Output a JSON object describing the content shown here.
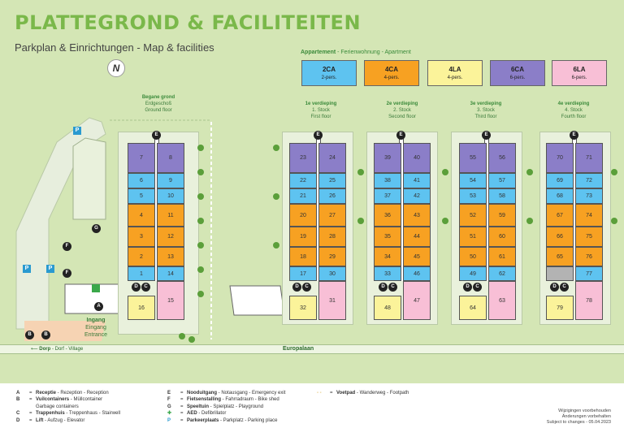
{
  "title": "PLATTEGROND & FACILITEITEN",
  "subtitle": "Parkplan & Einrichtungen  - Map & facilities",
  "north_label": "N",
  "apartment_legend": {
    "title_bold": "Appartement",
    "title_rest": " - Ferienwohnung - Apartment",
    "types": [
      {
        "code": "2CA",
        "pers": "2-pers.",
        "color": "#5ec3f0"
      },
      {
        "code": "4CA",
        "pers": "4-pers.",
        "color": "#f7a122"
      },
      {
        "code": "4LA",
        "pers": "4-pers.",
        "color": "#fbf39a"
      },
      {
        "code": "6CA",
        "pers": "6-pers.",
        "color": "#8b7ec8"
      },
      {
        "code": "6LA",
        "pers": "6-pers.",
        "color": "#f8bfd6"
      }
    ]
  },
  "floors": [
    {
      "l1": "Begane grond",
      "l2": "Erdgeschoß",
      "l3": "Ground floor"
    },
    {
      "l1": "1e verdieping",
      "l2": "1. Stock",
      "l3": "First floor"
    },
    {
      "l1": "2e verdieping",
      "l2": "2. Stock",
      "l3": "Second floor"
    },
    {
      "l1": "3e verdieping",
      "l2": "3. Stock",
      "l3": "Third floor"
    },
    {
      "l1": "4e verdieping",
      "l2": "4. Stock",
      "l3": "Fourth floor"
    }
  ],
  "units": {
    "ground": {
      "left": [
        "7",
        "6",
        "5",
        "4",
        "3",
        "2",
        "1"
      ],
      "right": [
        "8",
        "9",
        "10",
        "11",
        "12",
        "13",
        "14"
      ],
      "bl": "16",
      "br": "15"
    },
    "first": {
      "left": [
        "23",
        "22",
        "21",
        "20",
        "19",
        "18",
        "17"
      ],
      "right": [
        "24",
        "25",
        "26",
        "27",
        "28",
        "29",
        "30"
      ],
      "bl": "32",
      "br": "31"
    },
    "second": {
      "left": [
        "39",
        "38",
        "37",
        "36",
        "35",
        "34",
        "33"
      ],
      "right": [
        "40",
        "41",
        "42",
        "43",
        "44",
        "45",
        "46"
      ],
      "bl": "48",
      "br": "47"
    },
    "third": {
      "left": [
        "55",
        "54",
        "53",
        "52",
        "51",
        "50",
        "49"
      ],
      "right": [
        "56",
        "57",
        "58",
        "59",
        "60",
        "61",
        "62"
      ],
      "bl": "64",
      "br": "63"
    },
    "fourth": {
      "left": [
        "70",
        "69",
        "68",
        "67",
        "66",
        "65",
        ""
      ],
      "right": [
        "71",
        "72",
        "73",
        "74",
        "75",
        "76",
        "77"
      ],
      "bl": "79",
      "br": "78"
    }
  },
  "badges": {
    "A": "A",
    "B": "B",
    "C": "C",
    "D": "D",
    "E": "E",
    "F": "F",
    "G": "G",
    "P": "P"
  },
  "entrance": {
    "l1": "Ingang",
    "l2": "Eingang",
    "l3": "Entrance"
  },
  "street": "Europalaan",
  "village": {
    "bold": "Dorp",
    "rest": " - Dorf - Village"
  },
  "legend": [
    {
      "key": "A",
      "term": "Receptie",
      "rest": " - Rezeption - Reception"
    },
    {
      "key": "B",
      "term": "Vuilcontainers",
      "rest": " - Müllcontainer",
      "cont": "Garbage containers"
    },
    {
      "key": "C",
      "term": "Trappenhuis",
      "rest": " - Treppenhaus - Stairwell"
    },
    {
      "key": "D",
      "term": "Lift",
      "rest": " - Aufzug - Elevator"
    },
    {
      "key": "E",
      "term": "Nooduitgang",
      "rest": " - Notausgang - Emergency exit"
    },
    {
      "key": "F",
      "term": "Fietsenstalling",
      "rest": " - Fahrradraum - Bike shed"
    },
    {
      "key": "G",
      "term": "Speeltuin",
      "rest": " - Spielplatz - Playground"
    },
    {
      "key": "✚",
      "term": "AED",
      "rest": " - Defibrillator"
    },
    {
      "key": "P",
      "term": "Parkeerplaats",
      "rest": " - Parkplatz - Parking place"
    },
    {
      "key": "- -",
      "term": "Voetpad",
      "rest": " - Wanderweg - Footpath"
    }
  ],
  "footer": {
    "l1": "Wijzigingen voorbehouden",
    "l2": "Änderungen vorbehalten",
    "l3": "Subject to changes - 05.04.2023"
  },
  "colors": {
    "title": "#7ab84a",
    "purple": "#8b7ec8",
    "blue": "#5ec3f0",
    "orange": "#f7a122",
    "yellow": "#fbf39a",
    "pink": "#f8bfd6",
    "background": "#d4e6b5"
  }
}
